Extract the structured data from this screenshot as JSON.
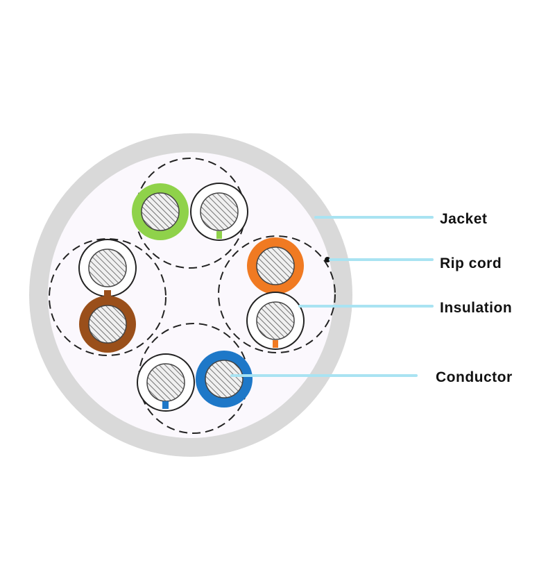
{
  "labels": {
    "jacket": "Jacket",
    "rip_cord": "Rip cord",
    "insulation": "Insulation",
    "conductor": "Conductor"
  },
  "colors": {
    "jacket": "#d9d9d9",
    "jacket_inner": "#fbf8fd",
    "leader_line": "#a9e3f2",
    "green": "#8fd24a",
    "orange": "#f07a22",
    "brown": "#9a4f1a",
    "blue": "#1e78c8",
    "white_insulation": "#ffffff"
  },
  "pairs": [
    {
      "name": "green pair",
      "color": "green"
    },
    {
      "name": "orange pair",
      "color": "orange"
    },
    {
      "name": "brown pair",
      "color": "brown"
    },
    {
      "name": "blue pair",
      "color": "blue"
    }
  ]
}
